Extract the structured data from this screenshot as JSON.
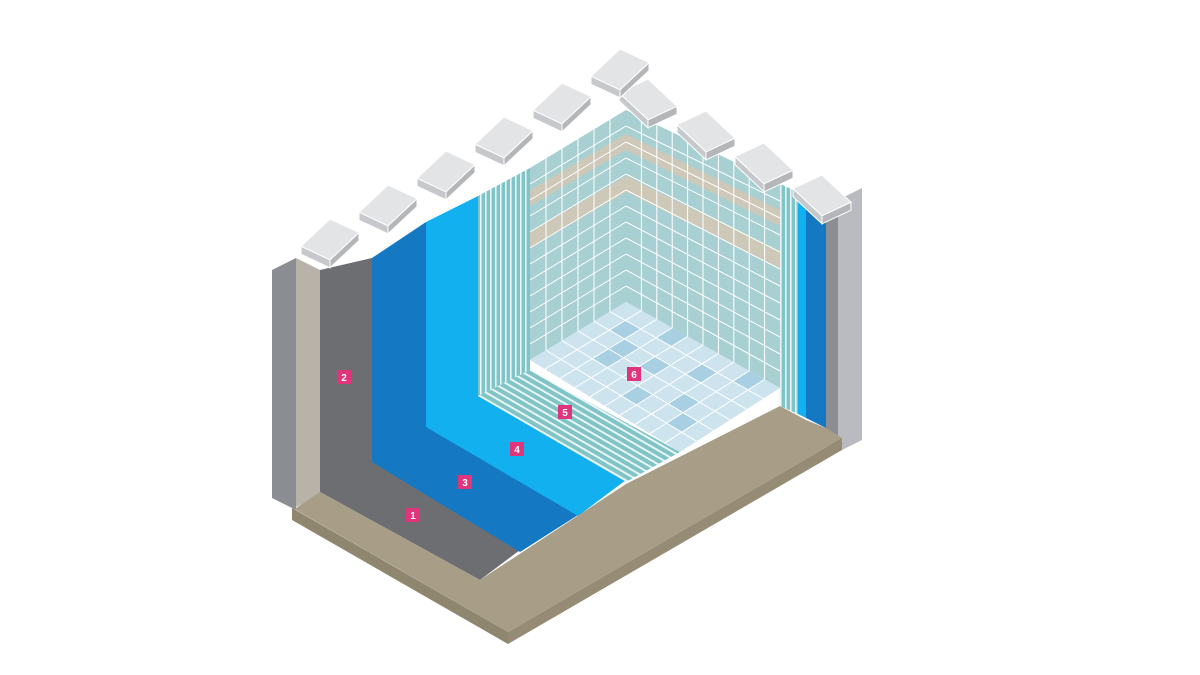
{
  "diagram": {
    "colors": {
      "base_top": "#a89e88",
      "base_front": "#8f866f",
      "substrate_outer": "#8a8d92",
      "substrate_side": "#b9b2a8",
      "render_layer": "#6c6e72",
      "membrane_dark": "#1578c2",
      "membrane_light": "#12b0ee",
      "adhesive_stripes": "#7fc4c6",
      "wall_tile": "#a8d0d2",
      "accent_band": "#cec8b8",
      "floor_tile": "#cde3ee",
      "floor_tile_alt": "#a9cfe3",
      "grout": "#ffffff",
      "coping": "#e3e4e6",
      "label_bg": "#e0357a"
    },
    "labels": [
      {
        "id": "1",
        "text": "1"
      },
      {
        "id": "2",
        "text": "2"
      },
      {
        "id": "3",
        "text": "3"
      },
      {
        "id": "4",
        "text": "4"
      },
      {
        "id": "5",
        "text": "5"
      },
      {
        "id": "6",
        "text": "6"
      }
    ]
  }
}
